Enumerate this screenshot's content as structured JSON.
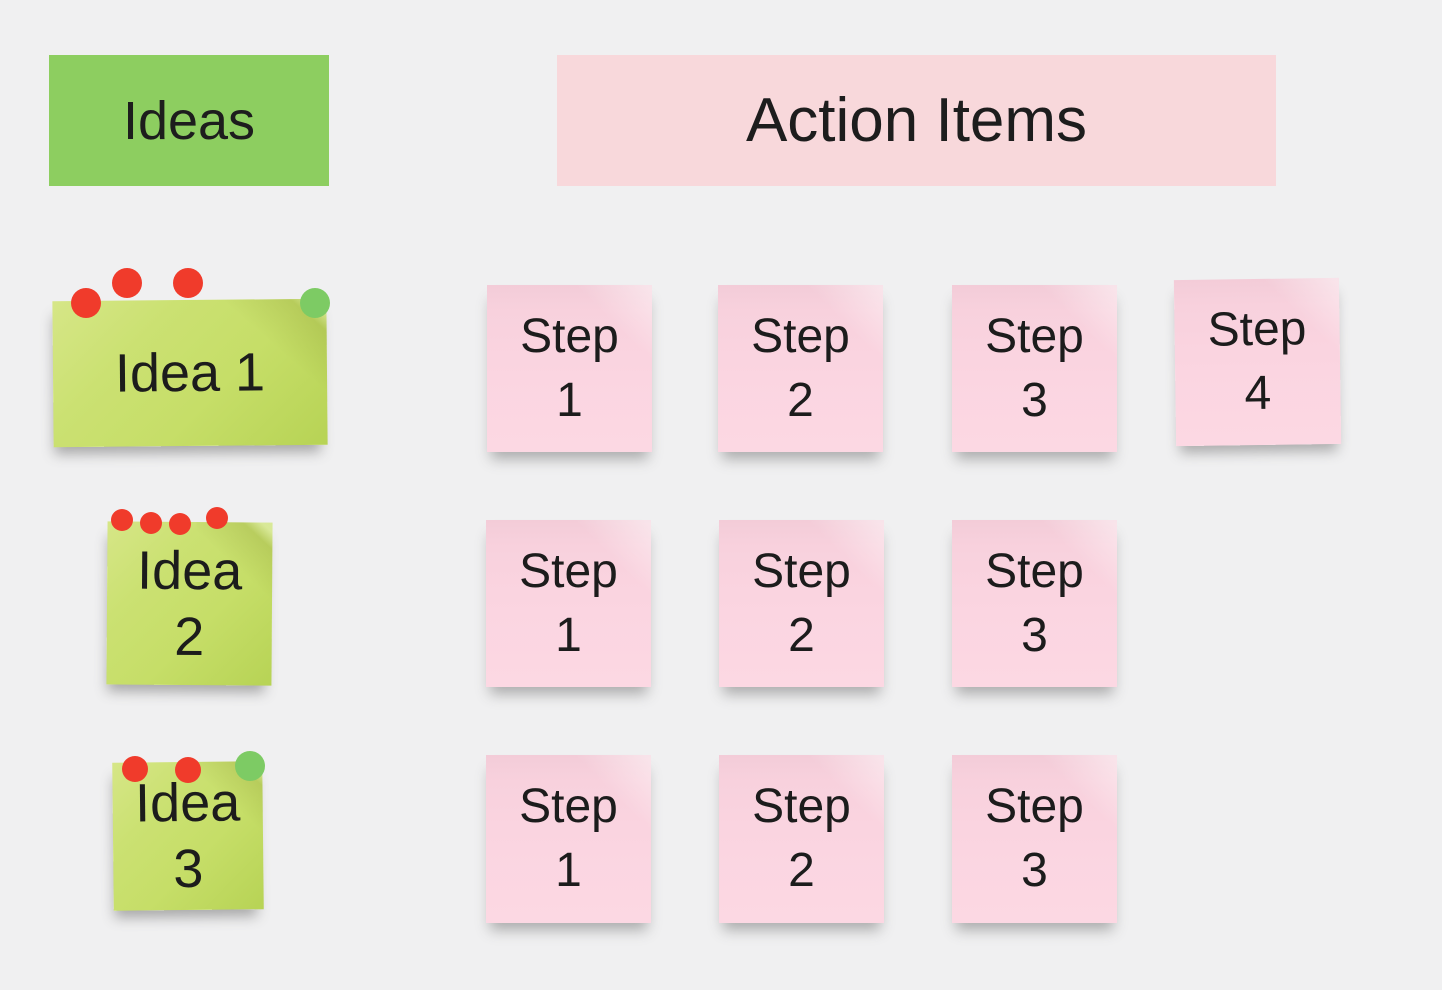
{
  "colors": {
    "background": "#F0F0F1",
    "text": "#1C1C1C",
    "ideas_header_bg": "#8DCE60",
    "action_header_bg": "#F8D8DB",
    "idea_note_bg": "#C6DE68",
    "step_note_bg": "#FBD5E1",
    "vote_red": "#F03B2B",
    "vote_green": "#7DCB64"
  },
  "headers": {
    "ideas_label": "Ideas",
    "action_items_label": "Action Items"
  },
  "rows": [
    {
      "idea": {
        "line1": "Idea 1",
        "line2": ""
      },
      "votes": [
        {
          "kind": "red",
          "color": "#F03B2B"
        },
        {
          "kind": "red",
          "color": "#F03B2B"
        },
        {
          "kind": "red",
          "color": "#F03B2B"
        },
        {
          "kind": "green",
          "color": "#7DCB64"
        }
      ],
      "steps": [
        {
          "line1": "Step",
          "line2": "1"
        },
        {
          "line1": "Step",
          "line2": "2"
        },
        {
          "line1": "Step",
          "line2": "3"
        },
        {
          "line1": "Step",
          "line2": "4"
        }
      ]
    },
    {
      "idea": {
        "line1": "Idea",
        "line2": "2"
      },
      "votes": [
        {
          "kind": "red",
          "color": "#F03B2B"
        },
        {
          "kind": "red",
          "color": "#F03B2B"
        },
        {
          "kind": "red",
          "color": "#F03B2B"
        },
        {
          "kind": "red",
          "color": "#F03B2B"
        }
      ],
      "steps": [
        {
          "line1": "Step",
          "line2": "1"
        },
        {
          "line1": "Step",
          "line2": "2"
        },
        {
          "line1": "Step",
          "line2": "3"
        }
      ]
    },
    {
      "idea": {
        "line1": "Idea",
        "line2": "3"
      },
      "votes": [
        {
          "kind": "red",
          "color": "#F03B2B"
        },
        {
          "kind": "red",
          "color": "#F03B2B"
        },
        {
          "kind": "green",
          "color": "#7DCB64"
        }
      ],
      "steps": [
        {
          "line1": "Step",
          "line2": "1"
        },
        {
          "line1": "Step",
          "line2": "2"
        },
        {
          "line1": "Step",
          "line2": "3"
        }
      ]
    }
  ]
}
